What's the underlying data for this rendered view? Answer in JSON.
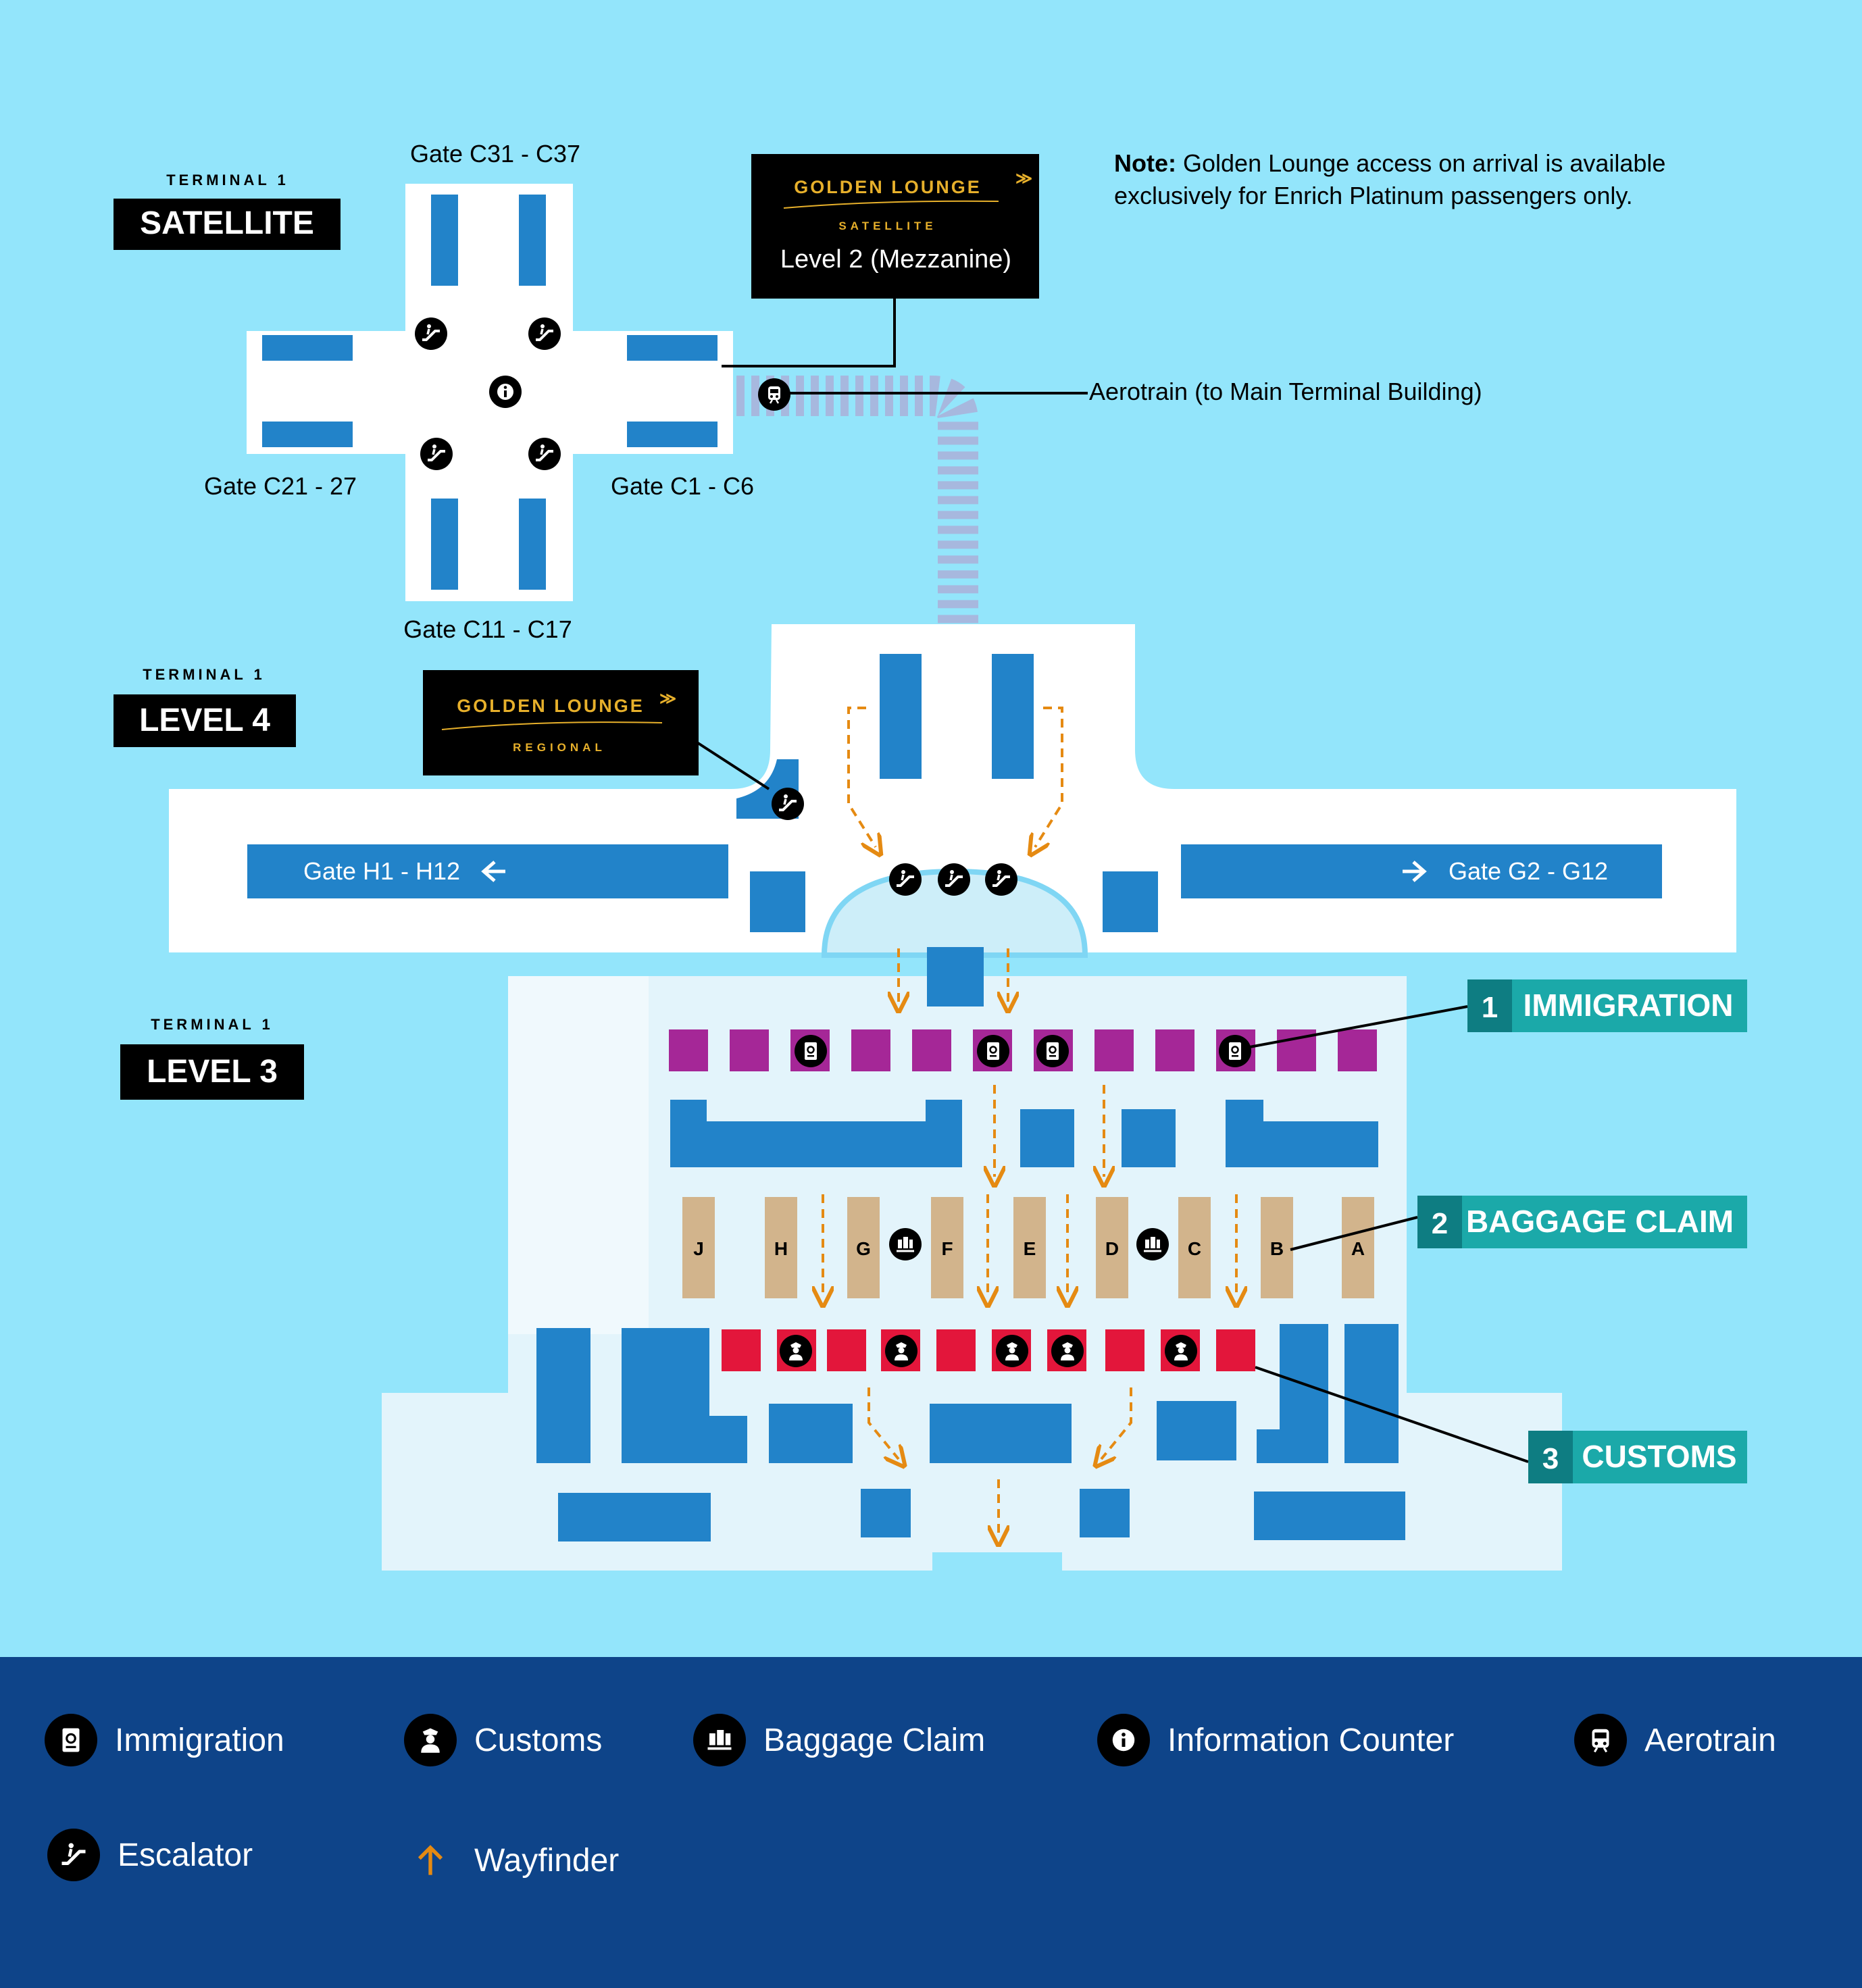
{
  "colors": {
    "sky": "#93e5fb",
    "floor": "#ffffff",
    "arrival_hall": "#e3f4fb",
    "block": "#2283c9",
    "immigration": "#a52797",
    "baggage": "#d2b48c",
    "customs": "#e3163b",
    "wayfinder": "#e58a12",
    "aerotrain_track": "#a7b8de",
    "label_teal": "#1ba9a9",
    "label_teal_dark": "#0e7d82",
    "legend_bg": "#0e4489",
    "lounge_gold": "#e7b02b"
  },
  "sections": {
    "satellite": {
      "eyebrow": "TERMINAL 1",
      "title": "SATELLITE"
    },
    "level4": {
      "eyebrow": "TERMINAL 1",
      "title": "LEVEL 4"
    },
    "level3": {
      "eyebrow": "TERMINAL 1",
      "title": "LEVEL 3"
    }
  },
  "gates": {
    "c31": "Gate C31 - C37",
    "c21": "Gate C21 - 27",
    "c1": "Gate C1 - C6",
    "c11": "Gate C11 - C17",
    "h": "Gate H1 - H12",
    "g": "Gate G2 - G12"
  },
  "lounges": {
    "satellite": {
      "name": "GOLDEN LOUNGE",
      "sub": "SATELLITE",
      "location": "Level 2 (Mezzanine)"
    },
    "regional": {
      "name": "GOLDEN LOUNGE",
      "sub": "REGIONAL"
    }
  },
  "note": {
    "lead": "Note:",
    "text": " Golden Lounge access on arrival is available exclusively for Enrich Platinum passengers only."
  },
  "aerotrain_label": "Aerotrain  (to Main Terminal Building)",
  "carousels": [
    "J",
    "H",
    "G",
    "F",
    "E",
    "D",
    "C",
    "B",
    "A"
  ],
  "callouts": {
    "immigration": {
      "num": "1",
      "label": "IMMIGRATION"
    },
    "baggage": {
      "num": "2",
      "label": "BAGGAGE CLAIM"
    },
    "customs": {
      "num": "3",
      "label": "CUSTOMS"
    }
  },
  "legend": [
    {
      "icon": "immigration-icon",
      "label": "Immigration"
    },
    {
      "icon": "customs-icon",
      "label": "Customs"
    },
    {
      "icon": "baggage-claim-icon",
      "label": "Baggage Claim"
    },
    {
      "icon": "information-icon",
      "label": "Information Counter"
    },
    {
      "icon": "aerotrain-icon",
      "label": "Aerotrain"
    },
    {
      "icon": "escalator-icon",
      "label": "Escalator"
    },
    {
      "icon": "wayfinder-arrow-icon",
      "label": "Wayfinder"
    }
  ]
}
